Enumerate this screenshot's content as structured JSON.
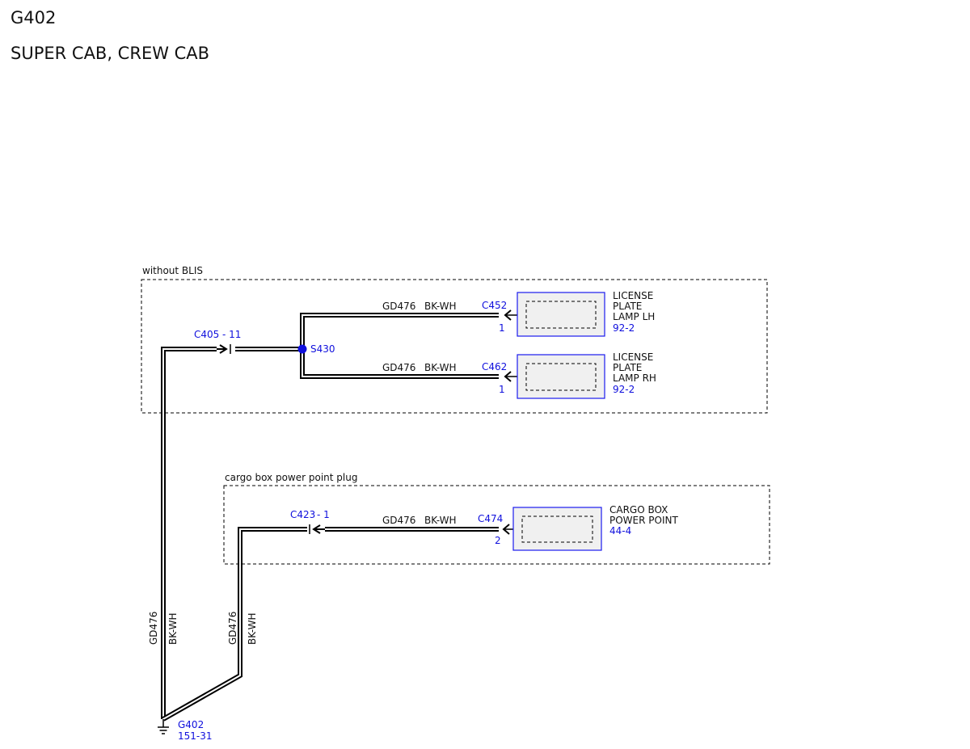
{
  "page": {
    "title": "G402",
    "subtitle": "SUPER CAB, CREW CAB"
  },
  "colors": {
    "wire": "#000000",
    "reference": "#1010dd",
    "component_border": "#1a1aee",
    "component_fill": "#f0f0f0",
    "group_border": "#000000"
  },
  "groups": [
    {
      "label": "without BLIS"
    },
    {
      "label": "cargo box power point plug"
    }
  ],
  "connectors": {
    "c405": {
      "ref": "C405",
      "pin": "- 11"
    },
    "c423": {
      "ref": "C423",
      "pin": "- 1"
    },
    "c452": {
      "ref": "C452",
      "pin": "1"
    },
    "c462": {
      "ref": "C462",
      "pin": "1"
    },
    "c474": {
      "ref": "C474",
      "pin": "2"
    }
  },
  "splice": {
    "ref": "S430"
  },
  "wires": {
    "to_lh": {
      "circuit": "GD476",
      "color": "BK-WH"
    },
    "to_rh": {
      "circuit": "GD476",
      "color": "BK-WH"
    },
    "to_cargo": {
      "circuit": "GD476",
      "color": "BK-WH"
    },
    "vertical_left": {
      "circuit": "GD476",
      "color": "BK-WH"
    },
    "vertical_right": {
      "circuit": "GD476",
      "color": "BK-WH"
    }
  },
  "components": [
    {
      "lines": [
        "LICENSE",
        "PLATE",
        "LAMP LH"
      ],
      "page_ref": "92-2"
    },
    {
      "lines": [
        "LICENSE",
        "PLATE",
        "LAMP RH"
      ],
      "page_ref": "92-2"
    },
    {
      "lines": [
        "CARGO BOX",
        "POWER POINT"
      ],
      "page_ref": "44-4"
    }
  ],
  "ground": {
    "ref": "G402",
    "page_ref": "151-31"
  }
}
